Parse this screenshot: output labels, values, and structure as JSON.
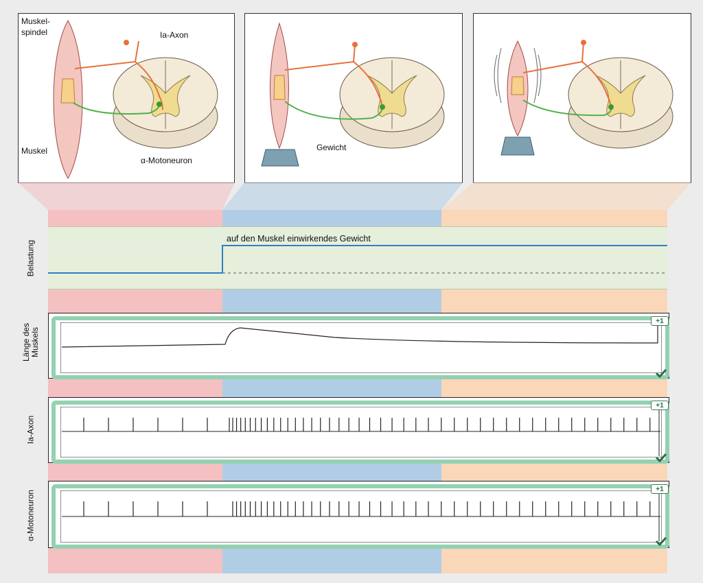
{
  "colors": {
    "phase1": "#f4c0c2",
    "phase2": "#b0cde5",
    "phase3": "#fad7b8",
    "graph_bg": "#e6efdb",
    "trace_blue": "#2e7fc2",
    "green_frame": "#93d1b1"
  },
  "panels": {
    "p1": {
      "muskelspindel": [
        "Muskel-",
        "spindel"
      ],
      "ia_axon": "Ia-Axon",
      "muskel": "Muskel",
      "motoneuron": "α-Motoneuron"
    },
    "p2": {
      "gewicht": "Gewicht"
    }
  },
  "graphs": {
    "belastung": {
      "ylabel": "Belastung",
      "annotation": "auf den Muskel einwirkendes Gewicht"
    },
    "laenge": {
      "ylabel": [
        "Länge des",
        "Muskels"
      ]
    },
    "ia": {
      "ylabel": "Ia-Axon"
    },
    "motoneuron": {
      "ylabel": "α-Motoneuron"
    }
  },
  "badges": {
    "plus_one": "+1"
  },
  "icons": {
    "correct": "check-icon"
  }
}
